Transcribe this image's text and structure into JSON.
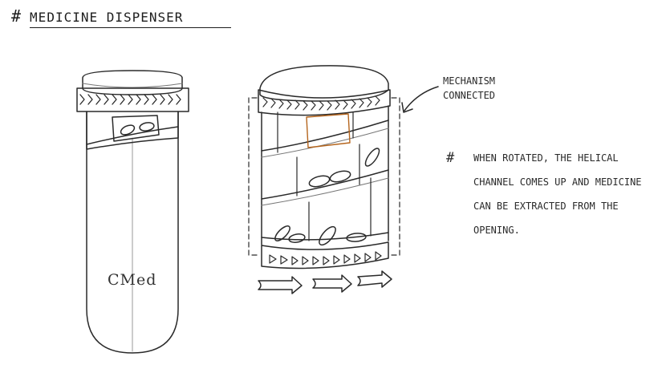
{
  "title": {
    "hash": "#",
    "text": "MEDICINE DISPENSER"
  },
  "callout": {
    "line1": "MECHANISM",
    "line2": "CONNECTED"
  },
  "note": {
    "hash": "#",
    "text": "WHEN ROTATED, THE HELICAL CHANNEL COMES UP AND MEDICINE CAN BE EXTRACTED FROM THE OPENING."
  },
  "bottle": {
    "brand": "CMed"
  },
  "colors": {
    "ink": "#2a2a2a",
    "highlight": "#b5651d",
    "shade": "#9a9a9a"
  }
}
